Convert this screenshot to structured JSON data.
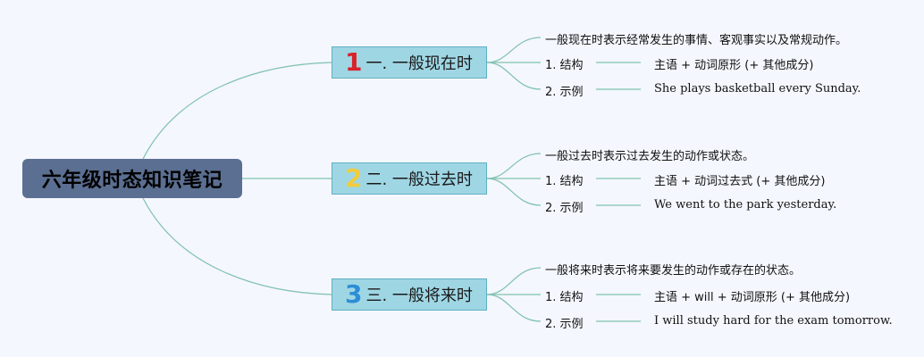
{
  "root": {
    "label": "六年级时态知识笔记"
  },
  "branches": [
    {
      "number": "1",
      "number_color": "#d8232a",
      "title": "一. 一般现在时",
      "description": "一般现在时表示经常发生的事情、客观事实以及常规动作。",
      "structure_label": "1. 结构",
      "structure_value": "主语 + 动词原形 (+ 其他成分)",
      "example_label": "2. 示例",
      "example_value": "She plays basketball every Sunday."
    },
    {
      "number": "2",
      "number_color": "#f2cc3c",
      "title": "二. 一般过去时",
      "description": "一般过去时表示过去发生的动作或状态。",
      "structure_label": "1. 结构",
      "structure_value": "主语 + 动词过去式 (+ 其他成分)",
      "example_label": "2. 示例",
      "example_value": "We went to the park yesterday."
    },
    {
      "number": "3",
      "number_color": "#2b8ed6",
      "title": "三. 一般将来时",
      "description": "一般将来时表示将来要发生的动作或存在的状态。",
      "structure_label": "1. 结构",
      "structure_value": "主语 + will + 动词原形 (+ 其他成分)",
      "example_label": "2. 示例",
      "example_value": "I will study hard for the exam tomorrow."
    }
  ],
  "colors": {
    "background": "#f4f7fd",
    "root_fill": "#5b6f92",
    "branch_fill": "#9fd6e4",
    "connector": "#7fc1b0"
  }
}
